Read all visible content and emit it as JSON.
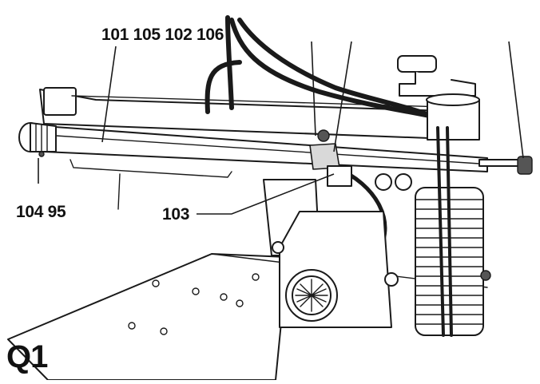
{
  "figure": {
    "label": "Q1"
  },
  "callouts": {
    "top": "101 105 102 106",
    "bottom_left": "104 95",
    "bottom_mid": "103"
  }
}
